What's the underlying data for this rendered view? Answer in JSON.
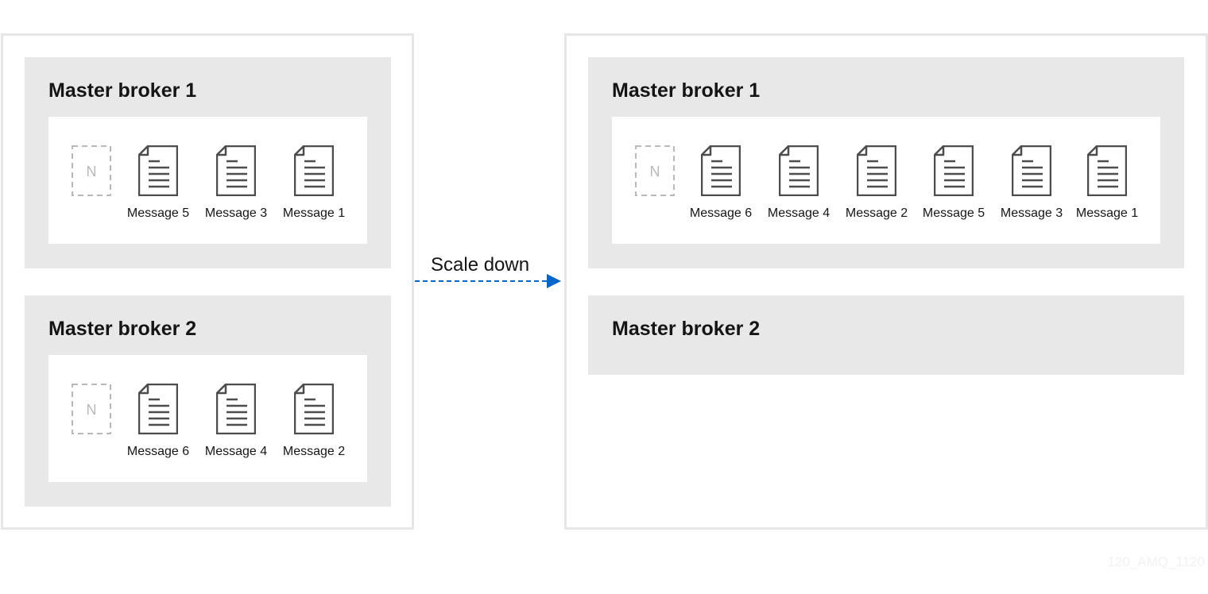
{
  "before": {
    "brokers": [
      {
        "title": "Master broker 1",
        "placeholder": "N",
        "messages": [
          "Message 5",
          "Message 3",
          "Message 1"
        ]
      },
      {
        "title": "Master broker 2",
        "placeholder": "N",
        "messages": [
          "Message 6",
          "Message 4",
          "Message 2"
        ]
      }
    ]
  },
  "transition": {
    "label": "Scale down",
    "arrow_color": "#0066cc"
  },
  "after": {
    "brokers": [
      {
        "title": "Master broker 1",
        "placeholder": "N",
        "messages": [
          "Message 6",
          "Message 4",
          "Message 2",
          "Message 5",
          "Message 3",
          "Message 1"
        ]
      },
      {
        "title": "Master broker 2"
      }
    ]
  },
  "watermark": "120_AMQ_1120",
  "colors": {
    "broker_bg": "#e8e8e8",
    "panel_border": "#e6e6e6",
    "icon_stroke": "#4d4d4d",
    "placeholder_stroke": "#b8b8b8"
  }
}
